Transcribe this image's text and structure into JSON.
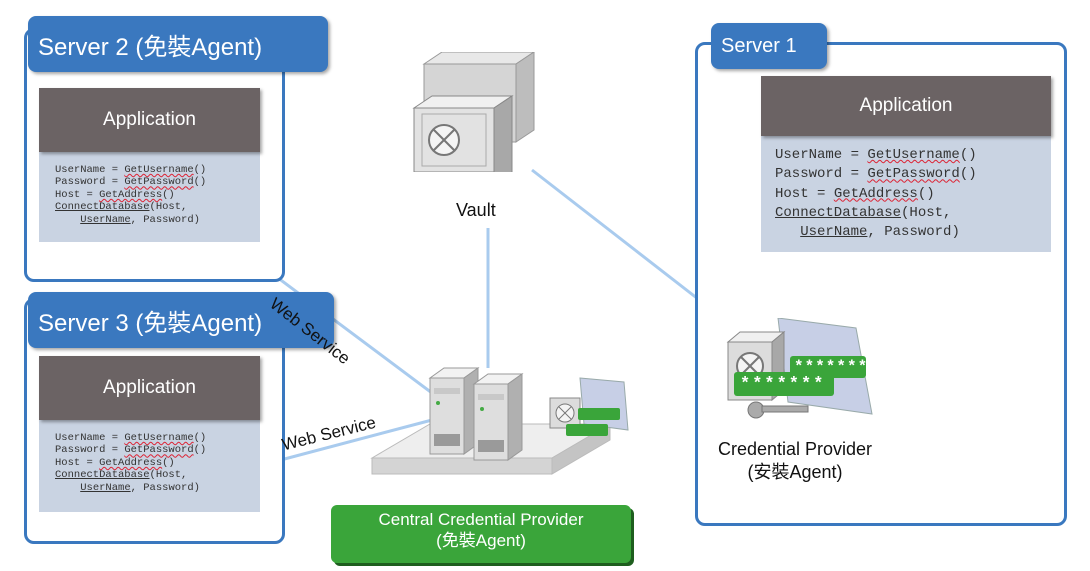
{
  "server2": {
    "title": "Server 2 (免裝Agent)",
    "app_title": "Application",
    "code": {
      "l1_a": "UserName = ",
      "l1_b": "GetUsername",
      "l1_c": "()",
      "l2_a": "Password = ",
      "l2_b": "GetPassword",
      "l2_c": "()",
      "l3_a": "Host = ",
      "l3_b": "GetAddress",
      "l3_c": "()",
      "l4_a": "ConnectDatabase",
      "l4_b": "(Host,",
      "l5_a": "UserName",
      "l5_b": ", Password)"
    }
  },
  "server3": {
    "title": "Server 3 (免裝Agent)",
    "app_title": "Application",
    "code": {
      "l1_a": "UserName = ",
      "l1_b": "GetUsername",
      "l1_c": "()",
      "l2_a": "Password = ",
      "l2_b": "GetPassword",
      "l2_c": "()",
      "l3_a": "Host = ",
      "l3_b": "GetAddress",
      "l3_c": "()",
      "l4_a": "ConnectDatabase",
      "l4_b": "(Host,",
      "l5_a": "UserName",
      "l5_b": ", Password)"
    }
  },
  "server1": {
    "title": "Server 1",
    "app_title": "Application",
    "code": {
      "l1_a": "UserName = ",
      "l1_b": "GetUsername",
      "l1_c": "()",
      "l2_a": "Password = ",
      "l2_b": "GetPassword",
      "l2_c": "()",
      "l3_a": "Host = ",
      "l3_b": "GetAddress",
      "l3_c": "()",
      "l4_a": "ConnectDatabase",
      "l4_b": "(Host,",
      "l5_a": "UserName",
      "l5_b": ", Password)"
    },
    "provider_line1": "Credential Provider",
    "provider_line2": "(安裝Agent)"
  },
  "vault": {
    "label": "Vault"
  },
  "connections": {
    "web_service_1": "Web Service",
    "web_service_2": "Web Service"
  },
  "central": {
    "line1": "Central Credential Provider",
    "line2": "(免裝Agent)"
  },
  "password_mask": "*******",
  "colors": {
    "server_blue": "#3a78bf",
    "app_header": "#6b6364",
    "code_bg": "#c9d3e2",
    "link_line": "#a9cbee",
    "central_green": "#3aa53a"
  }
}
